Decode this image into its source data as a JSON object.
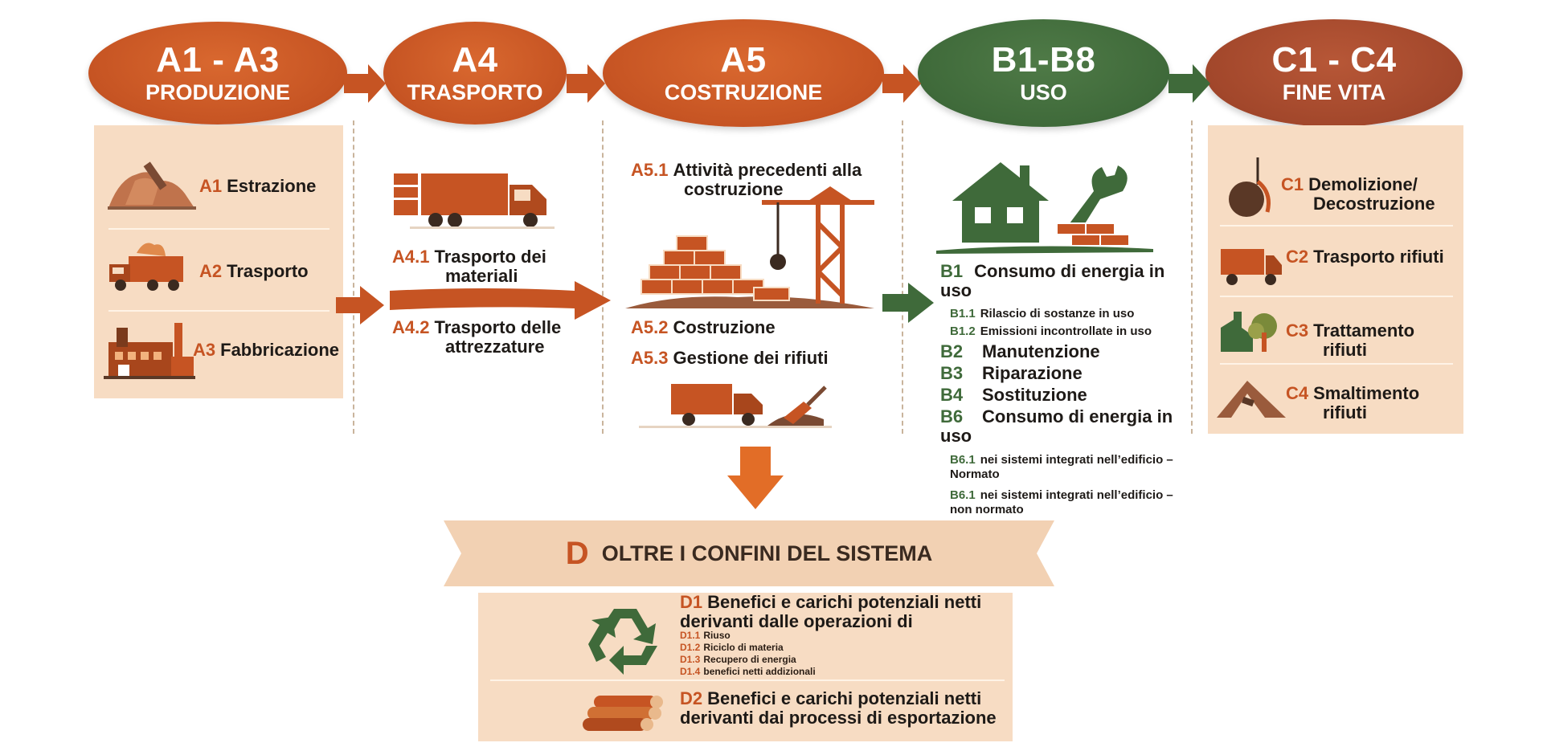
{
  "stages": [
    {
      "code": "A1 - A3",
      "name": "PRODUZIONE"
    },
    {
      "code": "A4",
      "name": "TRASPORTO"
    },
    {
      "code": "A5",
      "name": "COSTRUZIONE"
    },
    {
      "code": "B1-B8",
      "name": "USO"
    },
    {
      "code": "C1 - C4",
      "name": "FINE VITA"
    }
  ],
  "production": [
    {
      "code": "A1",
      "label": "Estrazione"
    },
    {
      "code": "A2",
      "label": "Trasporto"
    },
    {
      "code": "A3",
      "label": "Fabbricazione"
    }
  ],
  "transport": [
    {
      "code": "A4.1",
      "line1": "Trasporto dei",
      "line2": "materiali"
    },
    {
      "code": "A4.2",
      "line1": "Trasporto delle",
      "line2": "attrezzature"
    }
  ],
  "construction": [
    {
      "code": "A5.1",
      "line1": "Attività precedenti alla",
      "line2": "costruzione"
    },
    {
      "code": "A5.2",
      "line1": "Costruzione"
    },
    {
      "code": "A5.3",
      "line1": "Gestione dei rifiuti"
    }
  ],
  "use": {
    "b1": {
      "code": "B1",
      "line1": "Consumo di energia in",
      "line2": "uso"
    },
    "b1_sub": [
      {
        "code": "B1.1",
        "label": "Rilascio di sostanze in uso"
      },
      {
        "code": "B1.2",
        "label": "Emissioni incontrollate in uso"
      }
    ],
    "items": [
      {
        "code": "B2",
        "label": "Manutenzione"
      },
      {
        "code": "B3",
        "label": "Riparazione"
      },
      {
        "code": "B4",
        "label": "Sostituzione"
      }
    ],
    "b6": {
      "code": "B6",
      "line1": "Consumo di energia in",
      "line2": "uso"
    },
    "b6_sub": [
      {
        "code": "B6.1",
        "line1": "nei sistemi integrati nell’edificio –",
        "line2": "Normato"
      },
      {
        "code": "B6.1",
        "line1": "nei sistemi integrati nell’edificio –",
        "line2": "non normato"
      }
    ]
  },
  "end_of_life": [
    {
      "code": "C1",
      "line1": "Demolizione/",
      "line2": "Decostruzione"
    },
    {
      "code": "C2",
      "line1": "Trasporto rifiuti",
      "line2": ""
    },
    {
      "code": "C3",
      "line1": "Trattamento",
      "line2": "rifiuti"
    },
    {
      "code": "C4",
      "line1": "Smaltimento",
      "line2": "rifiuti"
    }
  ],
  "beyond": {
    "code": "D",
    "title": "OLTRE I CONFINI DEL SISTEMA",
    "d1": {
      "code": "D1",
      "line1": "Benefici e carichi potenziali netti",
      "line2": "derivanti dalle operazioni di"
    },
    "d1_sub": [
      {
        "code": "D1.1",
        "label": "Riuso"
      },
      {
        "code": "D1.2",
        "label": "Riciclo di materia"
      },
      {
        "code": "D1.3",
        "label": "Recupero di energia"
      },
      {
        "code": "D1.4",
        "label": "benefici netti addizionali"
      }
    ],
    "d2": {
      "code": "D2",
      "line1": "Benefici e carichi potenziali netti",
      "line2": "derivanti dai processi di esportazione"
    }
  },
  "colors": {
    "orange": "#c65423",
    "green": "#3f6a3a",
    "brown": "#a2472b",
    "panel": "#f7dcc3"
  }
}
